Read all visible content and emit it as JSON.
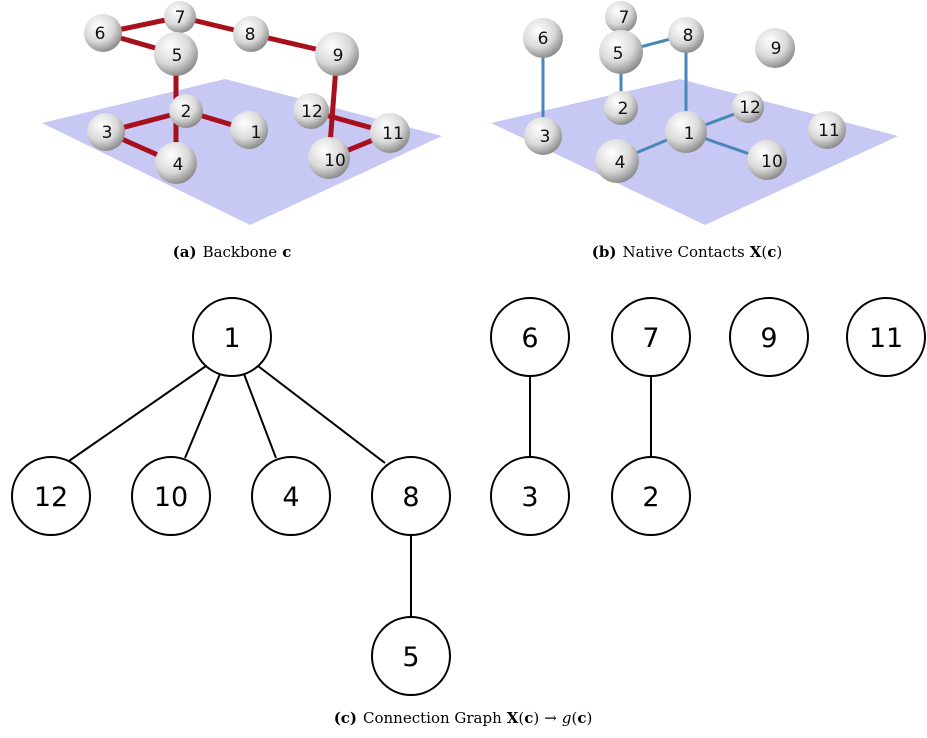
{
  "panels": {
    "a": {
      "caption_label": "(a)",
      "caption_text": "Backbone",
      "caption_symbol": "c",
      "beads": [
        "1",
        "2",
        "3",
        "4",
        "5",
        "6",
        "7",
        "8",
        "9",
        "10",
        "11",
        "12"
      ],
      "bond_color": "#a8101e"
    },
    "b": {
      "caption_label": "(b)",
      "caption_text": "Native Contacts",
      "caption_X": "X",
      "caption_open": "(",
      "caption_c": "c",
      "caption_close": ")",
      "beads": [
        "1",
        "2",
        "3",
        "4",
        "5",
        "6",
        "7",
        "8",
        "9",
        "10",
        "11",
        "12"
      ],
      "contact_color": "#4a86b8"
    },
    "c": {
      "caption_label": "(c)",
      "caption_text": "Connection Graph",
      "caption_X": "X",
      "caption_open": "(",
      "caption_c": "c",
      "caption_close": ")",
      "caption_arrow": "→",
      "caption_g": "g",
      "caption_open2": "(",
      "caption_c2": "c",
      "caption_close2": ")",
      "nodes": [
        "1",
        "12",
        "10",
        "4",
        "8",
        "5",
        "6",
        "3",
        "7",
        "2",
        "9",
        "11"
      ],
      "edges": [
        [
          "1",
          "12"
        ],
        [
          "1",
          "10"
        ],
        [
          "1",
          "4"
        ],
        [
          "1",
          "8"
        ],
        [
          "8",
          "5"
        ],
        [
          "6",
          "3"
        ],
        [
          "7",
          "2"
        ]
      ]
    }
  },
  "colors": {
    "plane": "#c8c8f4",
    "bead_light": "#ffffff",
    "bead_dark": "#8c8c8c"
  }
}
